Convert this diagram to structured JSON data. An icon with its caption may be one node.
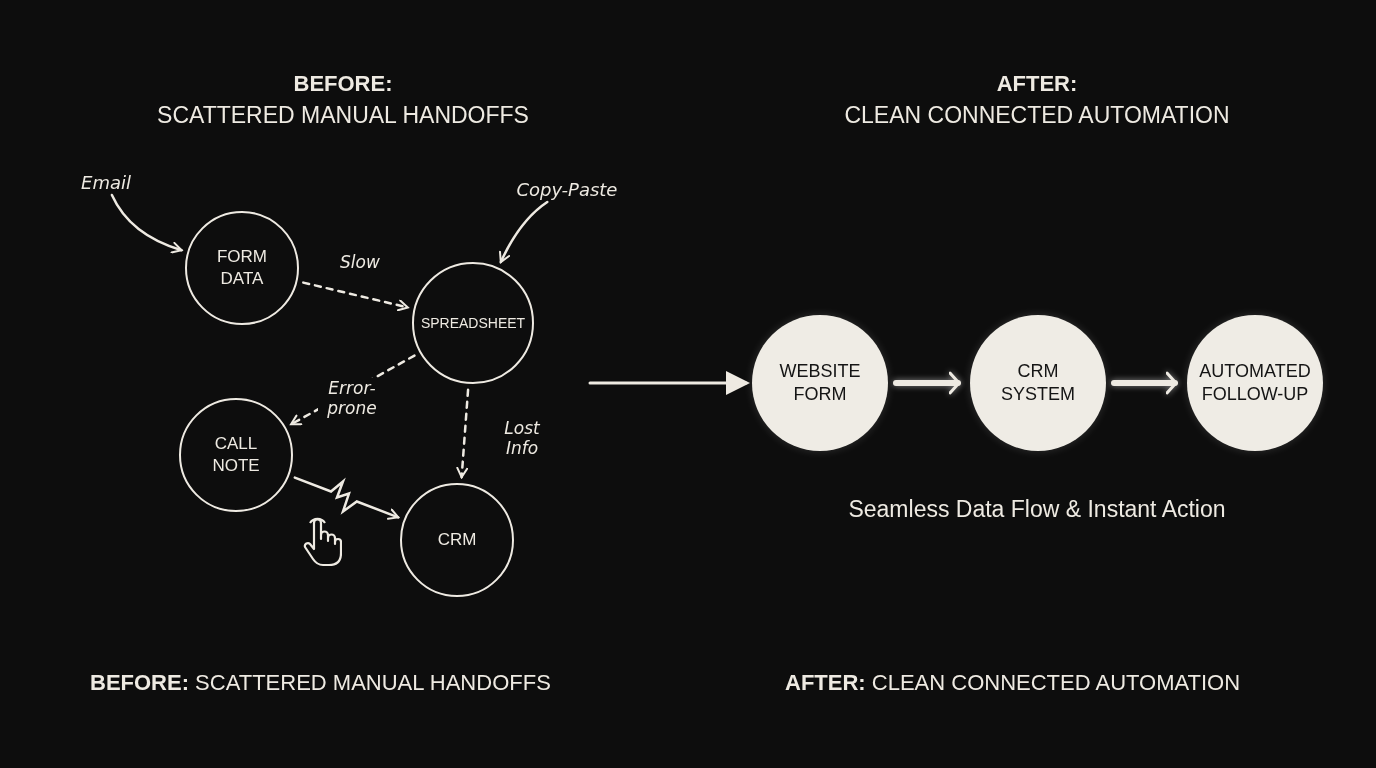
{
  "diagram": {
    "nodes": [
      {
        "text": [
          "Email"
        ]
      },
      {
        "text": [
          "FORM DATA"
        ]
      },
      {
        "text": [
          "Copy-Paste"
        ]
      },
      {
        "text": [
          "SPREADSHEET"
        ]
      },
      {
        "text": [
          "CALL NOTE"
        ]
      },
      {
        "text": [
          "CRM"
        ]
      },
      {
        "text": [
          "WEBSITE FORM"
        ]
      },
      {
        "text": [
          "CRM SYSTEM"
        ]
      },
      {
        "text": [
          "AUTOMATED FOLLOW-UP"
        ]
      }
    ],
    "edges": [
      {
        "from": 0,
        "to": 1,
        "arrow": "to"
      },
      {
        "from": 1,
        "to": 3,
        "arrow": "to",
        "label": "Slow",
        "style": "dashed"
      },
      {
        "from": 2,
        "to": 3,
        "arrow": "to"
      },
      {
        "from": 3,
        "to": 4,
        "arrow": "to",
        "label": "Error- prone",
        "style": "dashed"
      },
      {
        "from": 3,
        "to": 5,
        "arrow": "to",
        "label": "Lost Info",
        "style": "dashed"
      },
      {
        "from": 4,
        "to": 5,
        "arrow": "to"
      },
      {
        "from": null,
        "to": 6,
        "arrow": "to"
      },
      {
        "from": 6,
        "to": 7,
        "arrow": "to",
        "style": "thick"
      },
      {
        "from": 7,
        "to": 8,
        "arrow": "to",
        "style": "thick"
      }
    ],
    "labels": [
      "BEFORE:",
      "SCATTERED MANUAL HANDOFFS",
      "AFTER:",
      "CLEAN CONNECTED AUTOMATION",
      "Seamless Data Flow & Instant Action",
      "**BEFORE:** SCATTERED MANUAL HANDOFFS",
      "**AFTER:** CLEAN CONNECTED AUTOMATION"
    ]
  }
}
